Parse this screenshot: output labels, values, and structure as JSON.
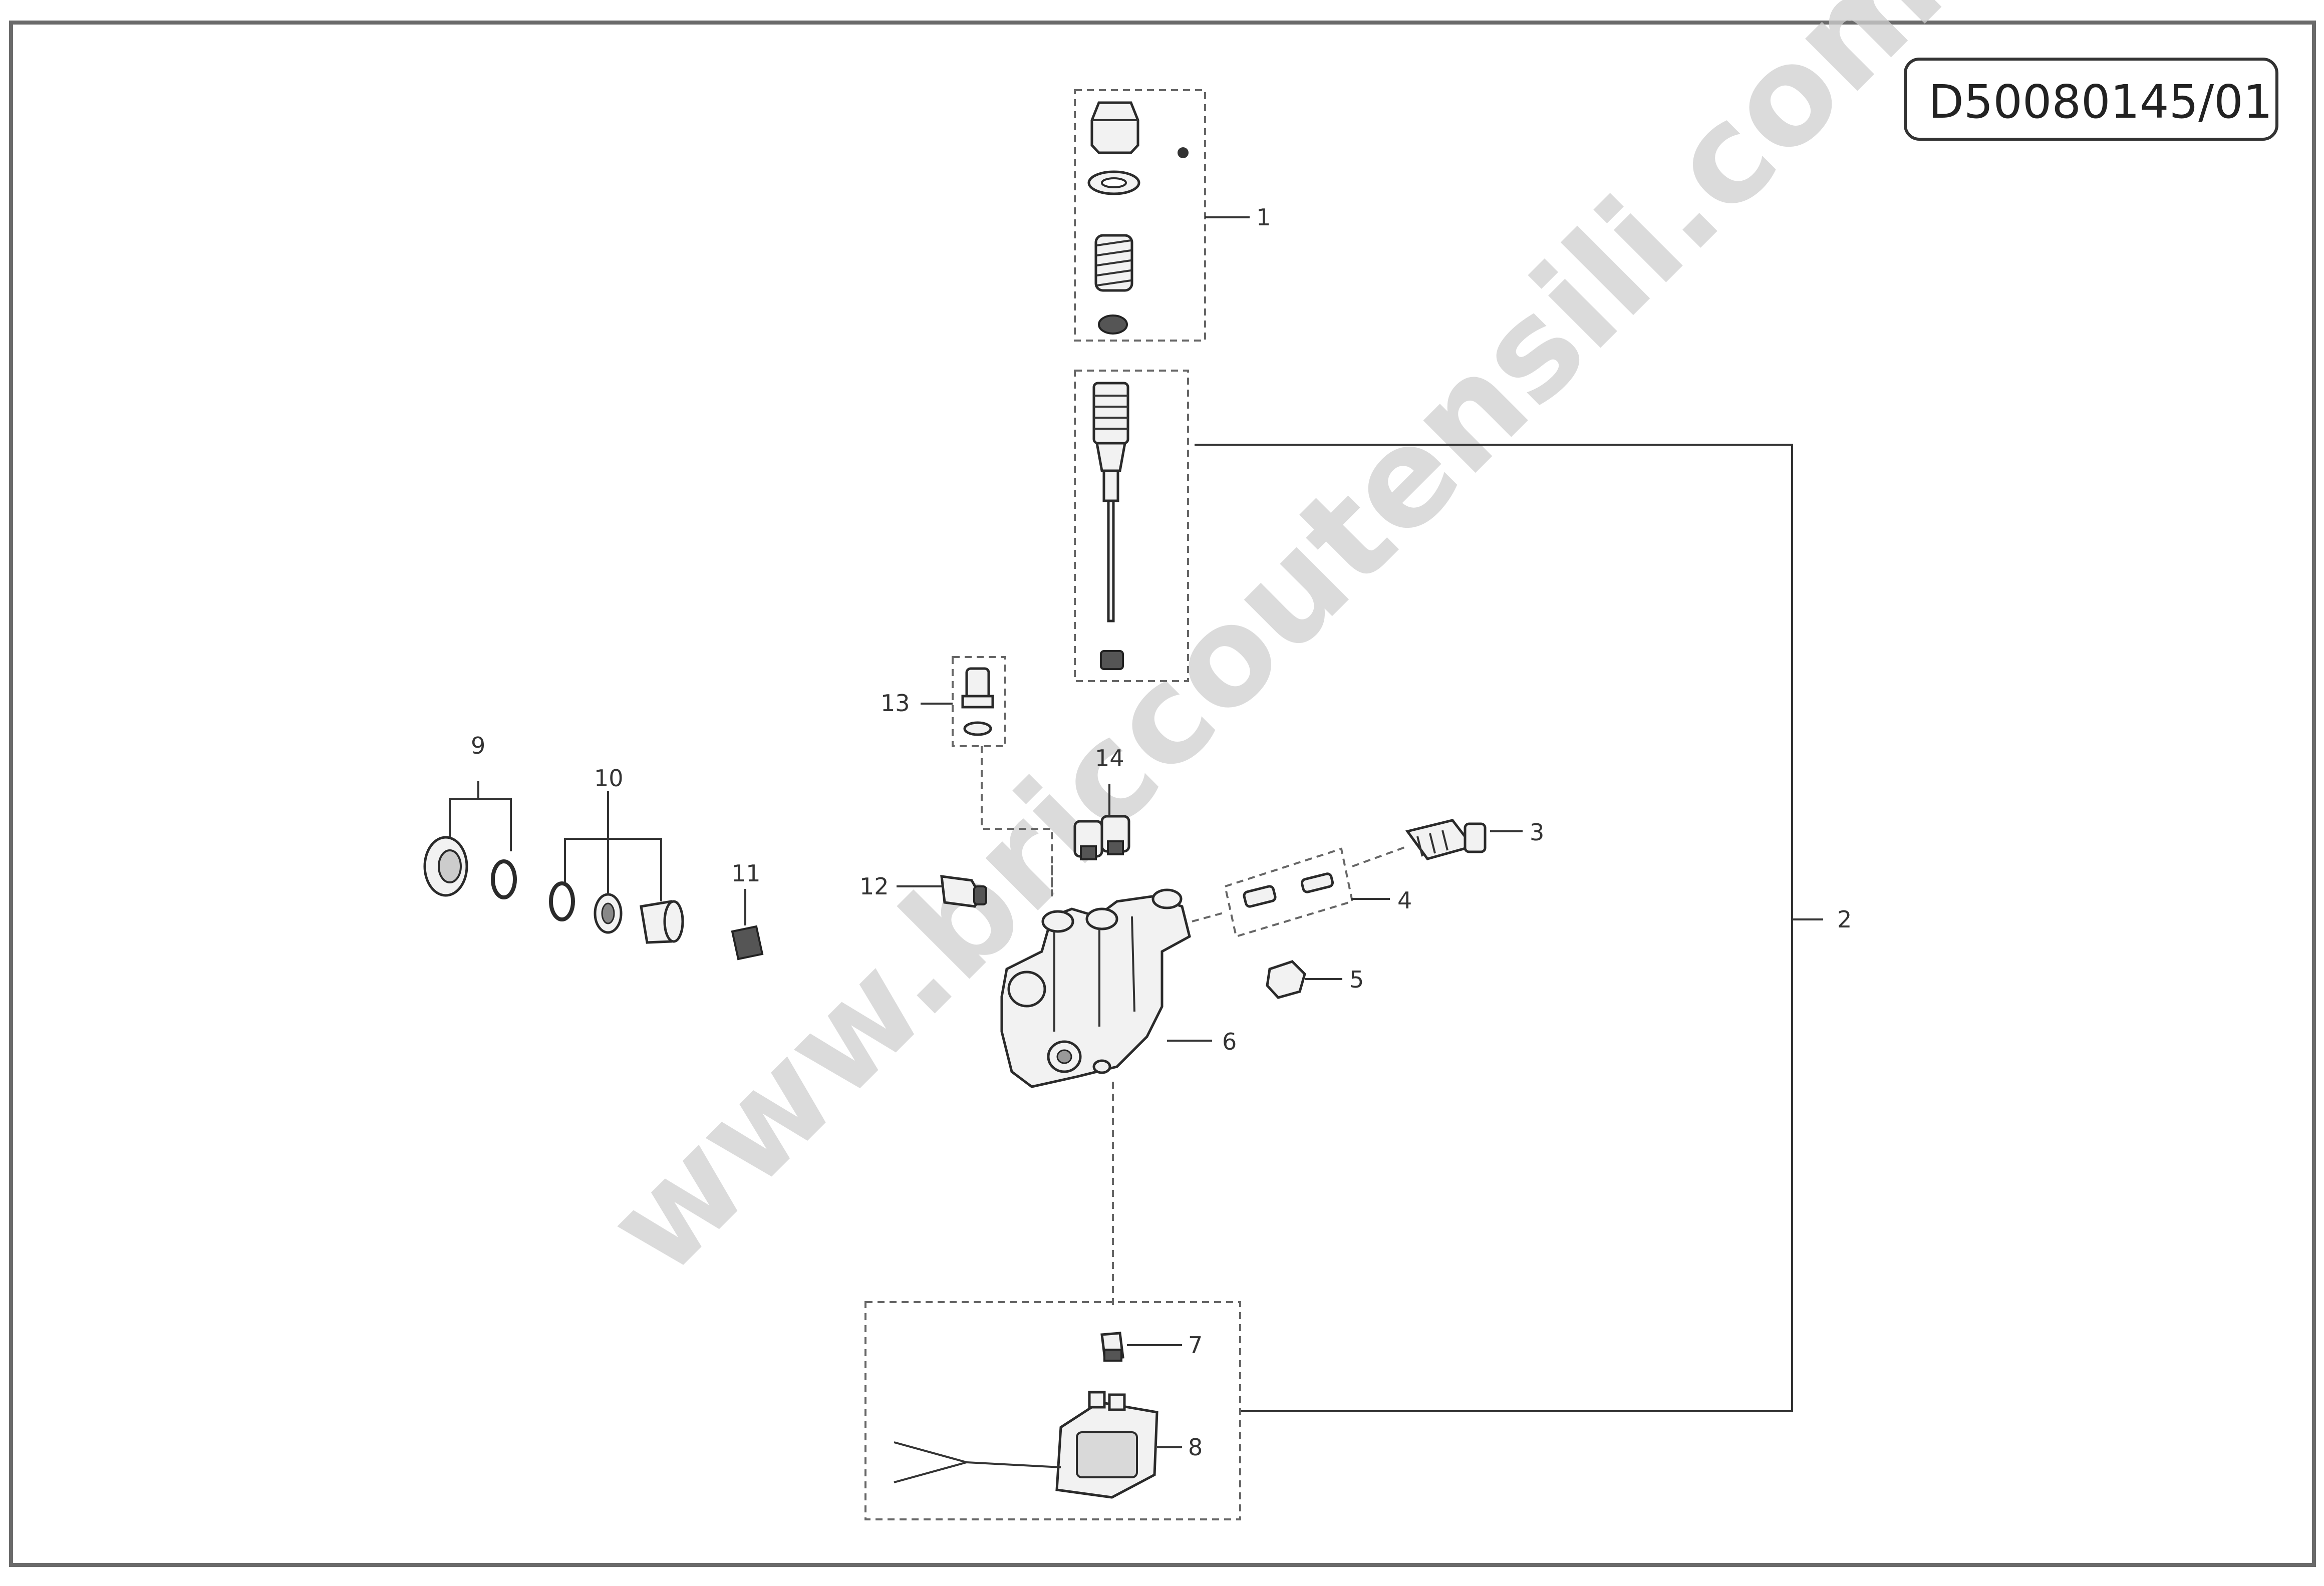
{
  "drawing_code": "D50080145/01",
  "watermark": "www.briccoutensili.com",
  "callouts": [
    {
      "id": "1",
      "label": "1"
    },
    {
      "id": "2",
      "label": "2"
    },
    {
      "id": "3",
      "label": "3"
    },
    {
      "id": "4",
      "label": "4"
    },
    {
      "id": "5",
      "label": "5"
    },
    {
      "id": "6",
      "label": "6"
    },
    {
      "id": "7",
      "label": "7"
    },
    {
      "id": "8",
      "label": "8"
    },
    {
      "id": "9",
      "label": "9"
    },
    {
      "id": "10",
      "label": "10"
    },
    {
      "id": "11",
      "label": "11"
    },
    {
      "id": "12",
      "label": "12"
    },
    {
      "id": "13",
      "label": "13"
    },
    {
      "id": "14",
      "label": "14"
    }
  ]
}
